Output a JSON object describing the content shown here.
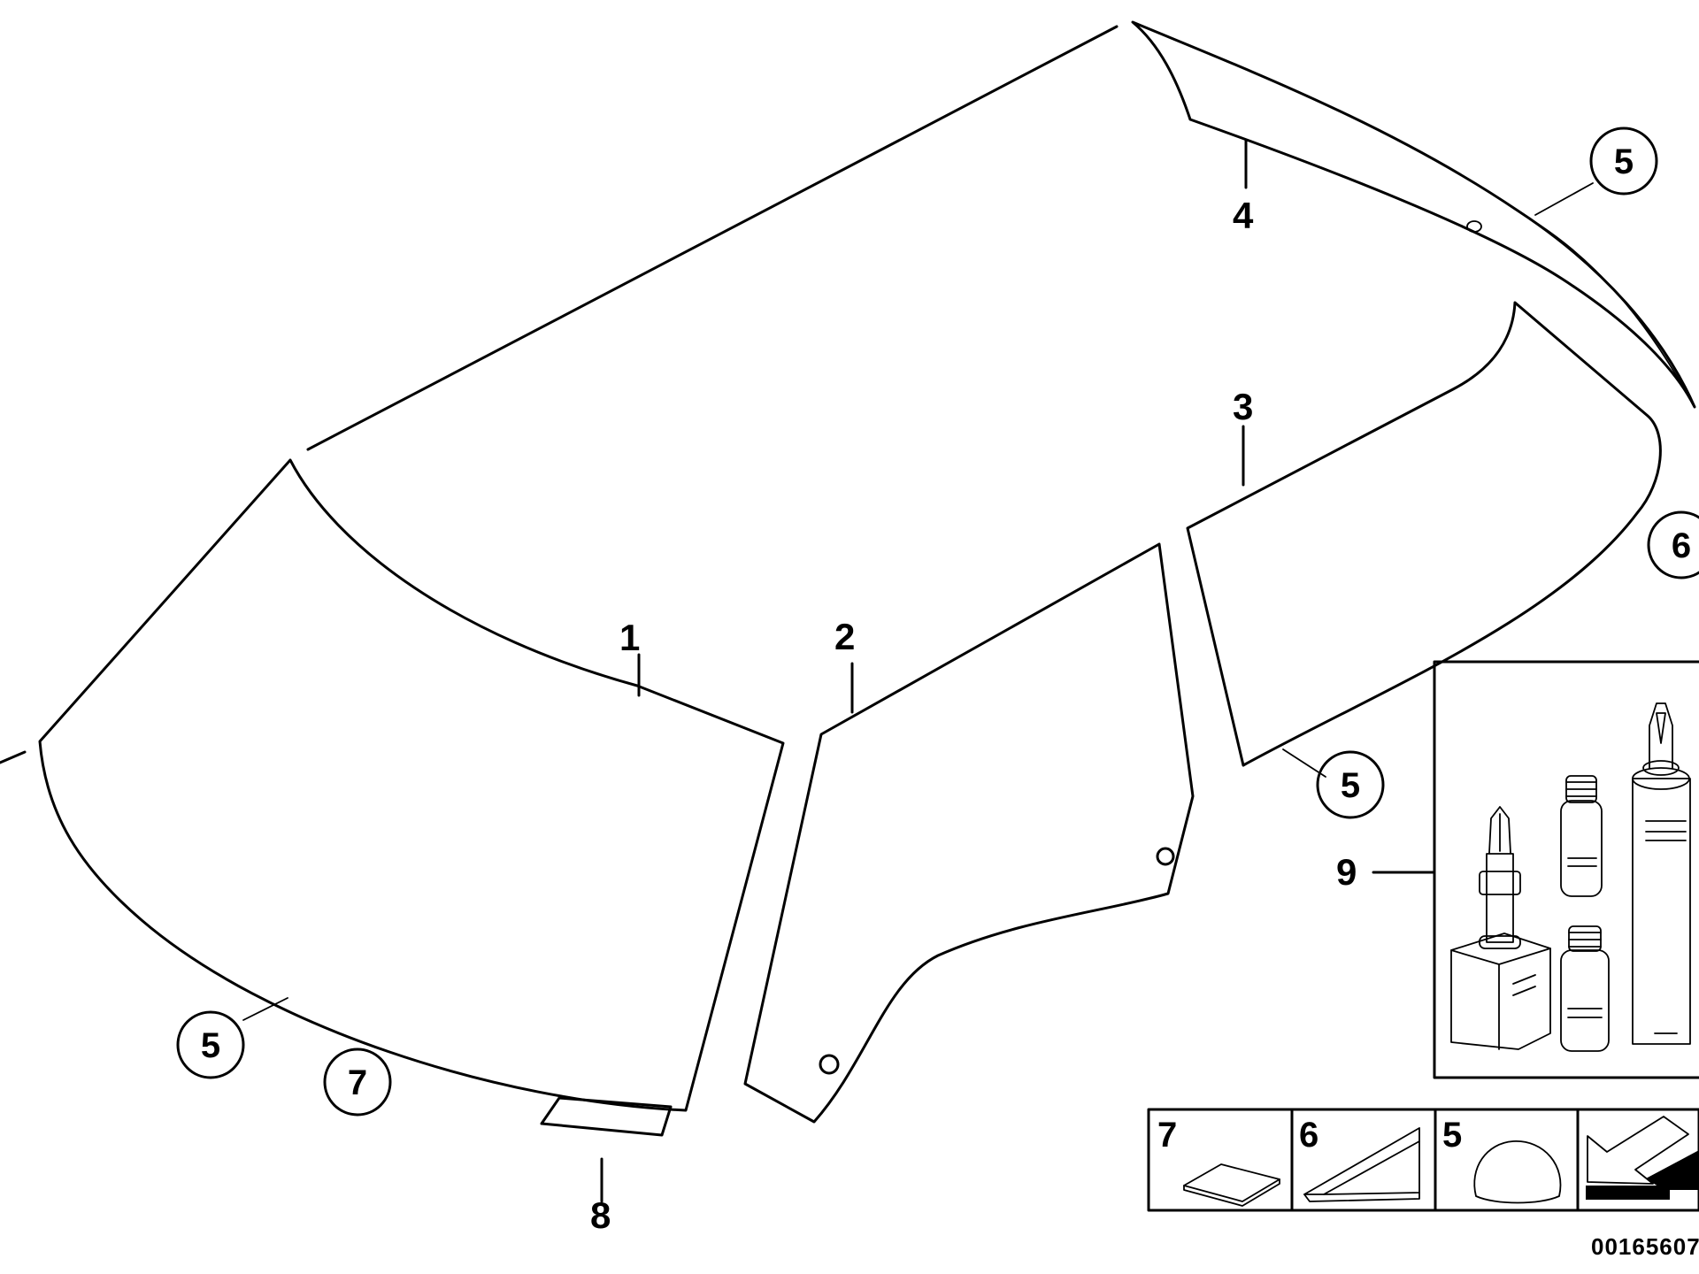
{
  "callouts": {
    "part_1": "1",
    "part_2": "2",
    "part_3": "3",
    "part_4": "4",
    "part_8": "8",
    "part_9": "9",
    "circle_5_top": "5",
    "circle_6_right": "6",
    "circle_5_mid": "5",
    "circle_5_left": "5",
    "circle_7_left": "7"
  },
  "legend": {
    "cell_7": "7",
    "cell_6": "6",
    "cell_5": "5"
  },
  "document_id": "00165607"
}
